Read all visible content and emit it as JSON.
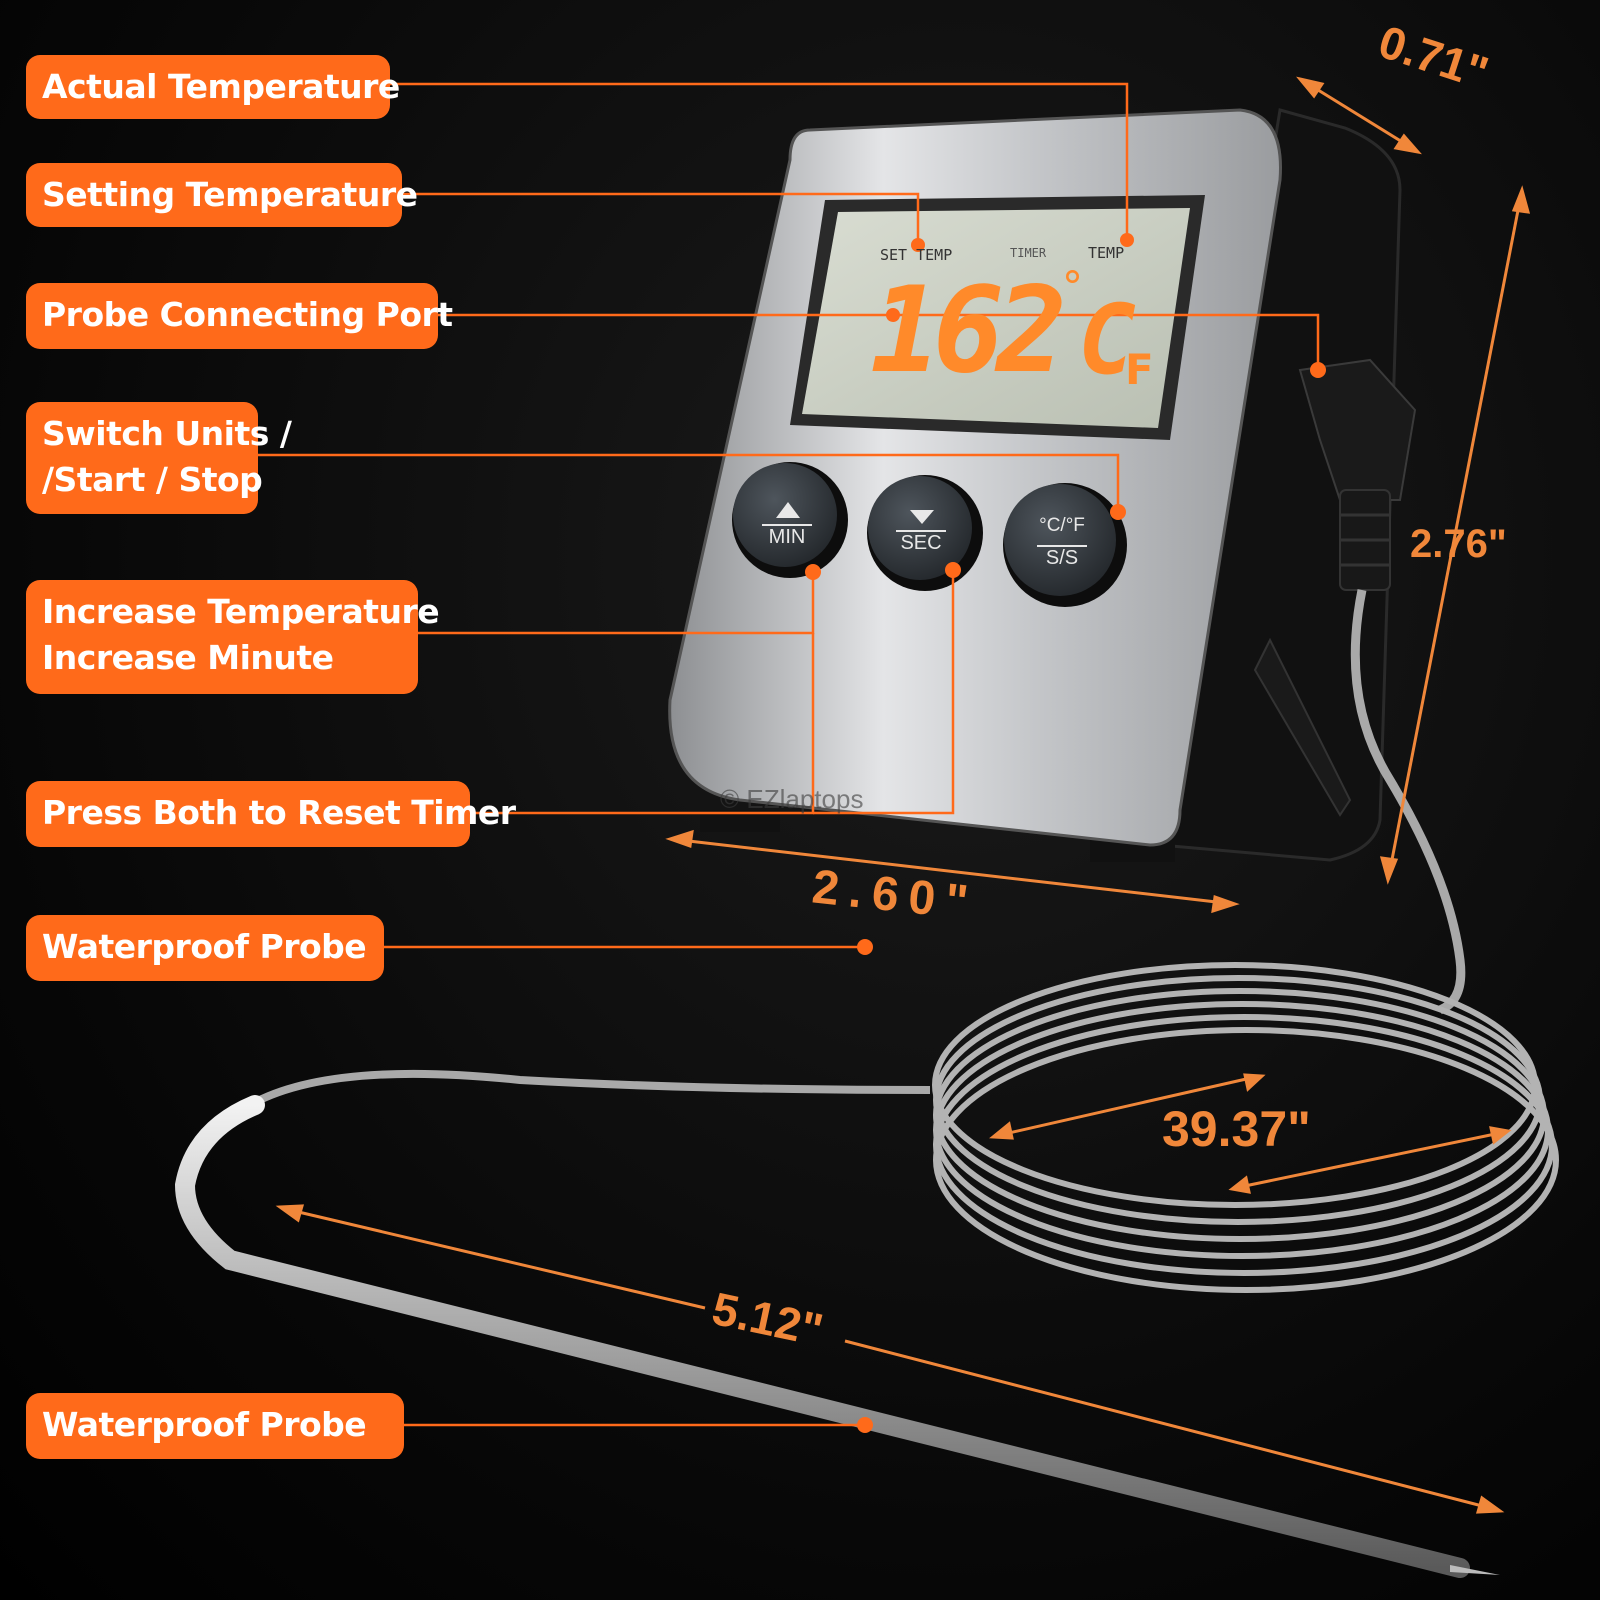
{
  "labels": {
    "actual_temp": "Actual Temperature",
    "setting_temp": "Setting Temperature",
    "probe_port": "Probe Connecting Port",
    "switch_units_1": "Switch Units /",
    "switch_units_2": "/Start / Stop",
    "increase_1": "Increase Temperature",
    "increase_2": "Increase Minute",
    "reset_timer": "Press Both to Reset Timer",
    "probe_1": "Waterproof Probe",
    "probe_2": "Waterproof Probe"
  },
  "dimensions": {
    "depth": "0.71\"",
    "height": "2.76\"",
    "width": "2.60\"",
    "cable": "39.37\"",
    "probe": "5.12\""
  },
  "display": {
    "set_temp": "SET TEMP",
    "timer": "TIMER",
    "temp": "TEMP",
    "reading": "162",
    "degree": "°",
    "unit_c": "C",
    "unit_f": "F"
  },
  "buttons": {
    "min": "MIN",
    "sec": "SEC",
    "units_top": "°C/°F",
    "units_bottom": "S/S"
  },
  "watermark": "© EZlaptops",
  "colors": {
    "accent": "#ff6a1a",
    "dimension": "#f0873a",
    "lcd_digits": "#ff8a2a",
    "lcd_bg": "#c9cfc2"
  }
}
